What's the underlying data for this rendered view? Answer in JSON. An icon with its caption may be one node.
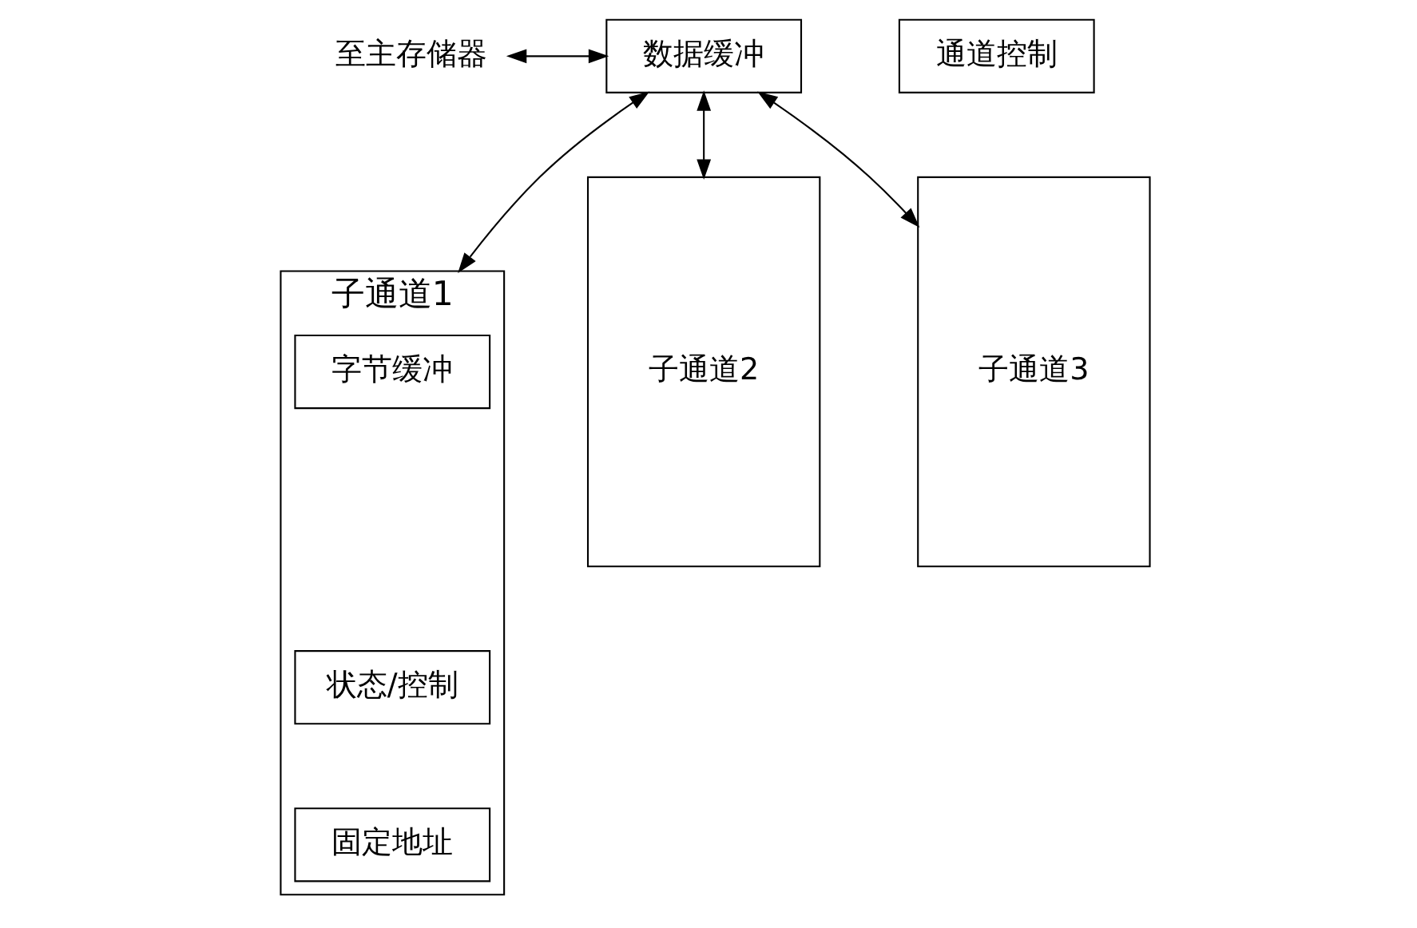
{
  "diagram": {
    "nodes": [
      {
        "text": [
          "至主存储器"
        ]
      },
      {
        "text": [
          "数据缓冲"
        ]
      },
      {
        "text": [
          "通道控制"
        ]
      },
      {
        "text": [
          "子通道1"
        ]
      },
      {
        "text": [
          "字节缓冲"
        ],
        "in": 3
      },
      {
        "text": [
          "状态/控制"
        ],
        "in": 3
      },
      {
        "text": [
          "固定地址"
        ],
        "in": 3
      },
      {
        "text": [
          "子通道2"
        ]
      },
      {
        "text": [
          "子通道3"
        ]
      }
    ],
    "edges": [
      {
        "from": 0,
        "to": 1,
        "arrow": "both"
      },
      {
        "from": 1,
        "to": 3,
        "arrow": "both"
      },
      {
        "from": 1,
        "to": 7,
        "arrow": "both"
      },
      {
        "from": 1,
        "to": 8,
        "arrow": "both"
      }
    ]
  }
}
